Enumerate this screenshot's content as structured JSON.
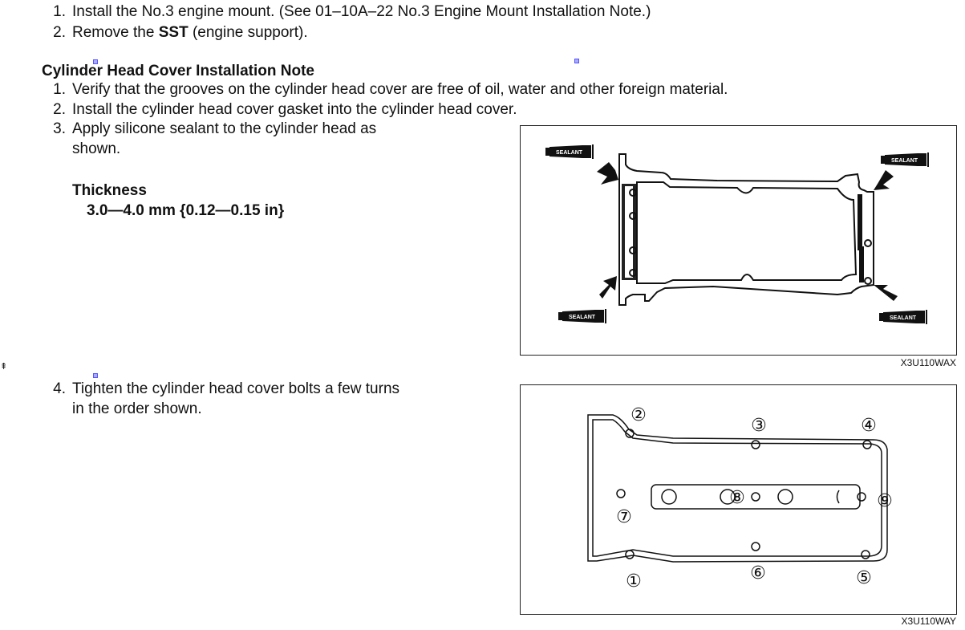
{
  "prev_steps": [
    {
      "num": "1.",
      "text": "Install the No.3 engine mount. (See 01–10A–22 No.3 Engine Mount Installation Note.)"
    },
    {
      "num": "2.",
      "pre": "Remove the ",
      "bold": "SST",
      "post": " (engine support)."
    }
  ],
  "section": {
    "title": "Cylinder Head Cover Installation Note",
    "steps": [
      {
        "num": "1.",
        "text": "Verify that the grooves on the cylinder head cover are free of oil, water and other foreign material."
      },
      {
        "num": "2.",
        "text": "Install the cylinder head cover gasket into the cylinder head cover."
      },
      {
        "num": "3.",
        "line1": "Apply silicone sealant to the cylinder head as",
        "line2": "shown."
      },
      {
        "num": "4.",
        "line1": "Tighten the cylinder head cover bolts a few turns",
        "line2": "in the order shown."
      }
    ],
    "spec_label": "Thickness",
    "spec_value": "3.0—4.0 mm {0.12—0.15 in}"
  },
  "figures": [
    {
      "caption": "X3U110WAX",
      "sealant_label": "SEALANT"
    },
    {
      "caption": "X3U110WAY",
      "bolt_numbers": [
        "①",
        "②",
        "③",
        "④",
        "⑤",
        "⑥",
        "⑦",
        "⑧",
        "⑨"
      ]
    }
  ]
}
